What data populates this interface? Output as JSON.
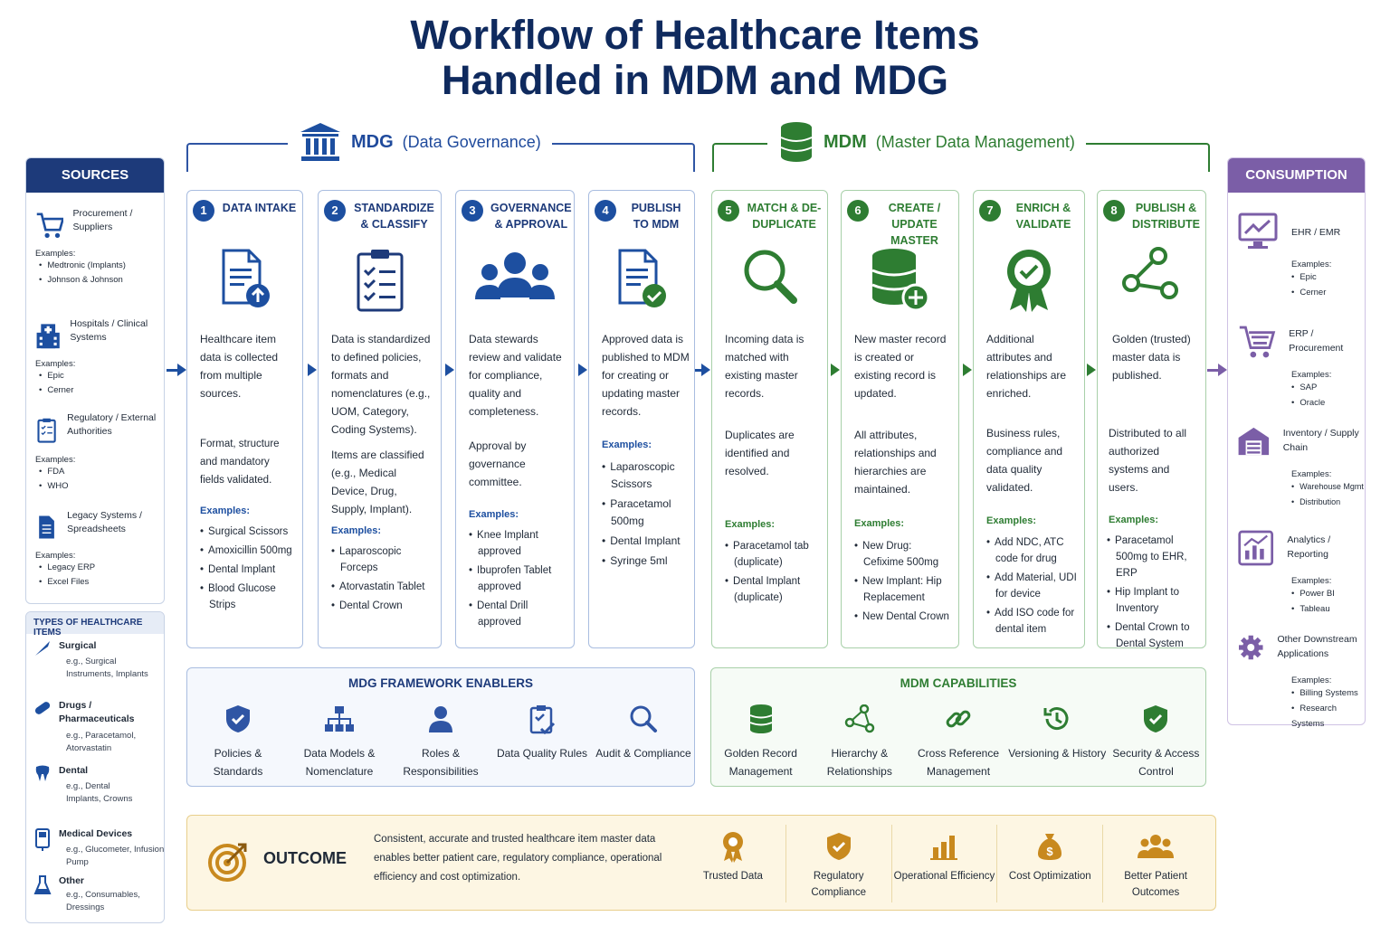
{
  "title": {
    "line1": "Workflow of Healthcare Items",
    "line2": "Handled in MDM and MDG"
  },
  "mdg_header": {
    "main": "MDG",
    "sub": "(Data Governance)"
  },
  "mdm_header": {
    "main": "MDM",
    "sub": "(Master Data Management)"
  },
  "sources": {
    "title": "SOURCES",
    "examples_label": "Examples:",
    "items": [
      {
        "name": "Procurement / Suppliers",
        "icon": "cart-icon",
        "examples": [
          "Medtronic (Implants)",
          "Johnson & Johnson"
        ]
      },
      {
        "name": "Hospitals / Clinical Systems",
        "icon": "hospital-icon",
        "examples": [
          "Epic",
          "Cerner"
        ]
      },
      {
        "name": "Regulatory / External Authorities",
        "icon": "clipboard-icon",
        "examples": [
          "FDA",
          "WHO"
        ]
      },
      {
        "name": "Legacy Systems / Spreadsheets",
        "icon": "document-icon",
        "examples": [
          "Legacy ERP",
          "Excel Files"
        ]
      }
    ]
  },
  "types": {
    "title": "TYPES OF HEALTHCARE ITEMS",
    "items": [
      {
        "name": "Surgical",
        "icon": "scalpel-icon",
        "example": "e.g., Surgical Instruments, Implants"
      },
      {
        "name": "Drugs / Pharmaceuticals",
        "icon": "pill-icon",
        "example": "e.g., Paracetamol, Atorvastatin"
      },
      {
        "name": "Dental",
        "icon": "tooth-icon",
        "example": "e.g., Dental Implants, Crowns"
      },
      {
        "name": "Medical Devices",
        "icon": "device-icon",
        "example": "e.g., Glucometer, Infusion Pump"
      },
      {
        "name": "Other",
        "icon": "flask-icon",
        "example": "e.g., Consumables, Dressings"
      }
    ]
  },
  "steps": [
    {
      "num": "1",
      "title": "DATA INTAKE",
      "icon": "upload-document-icon",
      "text1": "Healthcare item data is collected from multiple sources.",
      "text2": "Format, structure and mandatory fields validated.",
      "examples_label": "Examples:",
      "examples": [
        "Surgical Scissors",
        "Amoxicillin 500mg",
        "Dental Implant",
        "Blood Glucose Strips"
      ]
    },
    {
      "num": "2",
      "title": "STANDARDIZE & CLASSIFY",
      "icon": "checklist-icon",
      "text1": "Data is standardized to defined policies, formats and nomenclatures (e.g., UOM, Category, Coding Systems).",
      "text2": "Items are classified (e.g., Medical Device, Drug, Supply, Implant).",
      "examples_label": "Examples:",
      "examples": [
        "Laparoscopic Forceps",
        "Atorvastatin Tablet",
        "Dental Crown"
      ]
    },
    {
      "num": "3",
      "title": "GOVERNANCE & APPROVAL",
      "icon": "people-icon",
      "text1": "Data stewards review and validate for compliance, quality and completeness.",
      "text2": "Approval by governance committee.",
      "examples_label": "Examples:",
      "examples": [
        "Knee Implant approved",
        "Ibuprofen Tablet approved",
        "Dental Drill approved"
      ]
    },
    {
      "num": "4",
      "title": "PUBLISH TO MDM",
      "icon": "document-check-icon",
      "text1": "Approved data is published to MDM for creating or updating master records.",
      "text2": "",
      "examples_label": "Examples:",
      "examples": [
        "Laparoscopic Scissors",
        "Paracetamol 500mg",
        "Dental Implant",
        "Syringe 5ml"
      ]
    },
    {
      "num": "5",
      "title": "MATCH & DE-DUPLICATE",
      "icon": "magnifier-icon",
      "text1": "Incoming data is matched with existing master records.",
      "text2": "Duplicates are identified and resolved.",
      "examples_label": "Examples:",
      "examples": [
        "Paracetamol tab (duplicate)",
        "Dental Implant (duplicate)"
      ]
    },
    {
      "num": "6",
      "title": "CREATE / UPDATE MASTER",
      "icon": "database-plus-icon",
      "text1": "New master record is created or existing record is updated.",
      "text2": "All attributes, relationships and hierarchies are maintained.",
      "examples_label": "Examples:",
      "examples": [
        "New Drug: Cefixime 500mg",
        "New Implant: Hip Replacement",
        "New Dental Crown"
      ]
    },
    {
      "num": "7",
      "title": "ENRICH & VALIDATE",
      "icon": "badge-check-icon",
      "text1": "Additional attributes and relationships are enriched.",
      "text2": "Business rules, compliance and data quality validated.",
      "examples_label": "Examples:",
      "examples": [
        "Add NDC, ATC code for drug",
        "Add Material, UDI for device",
        "Add ISO code for dental item"
      ]
    },
    {
      "num": "8",
      "title": "PUBLISH & DISTRIBUTE",
      "icon": "share-icon",
      "text1": "Golden (trusted) master data is published.",
      "text2": "Distributed to all authorized systems and users.",
      "examples_label": "Examples:",
      "examples": [
        "Paracetamol 500mg to EHR, ERP",
        "Hip Implant to Inventory",
        "Dental Crown to Dental System"
      ]
    }
  ],
  "consumption": {
    "title": "CONSUMPTION",
    "examples_label": "Examples:",
    "items": [
      {
        "name": "EHR / EMR",
        "icon": "monitor-chart-icon",
        "examples": [
          "Epic",
          "Cerner"
        ]
      },
      {
        "name": "ERP / Procurement",
        "icon": "cart-icon",
        "examples": [
          "SAP",
          "Oracle"
        ]
      },
      {
        "name": "Inventory / Supply Chain",
        "icon": "warehouse-icon",
        "examples": [
          "Warehouse Mgmt",
          "Distribution"
        ]
      },
      {
        "name": "Analytics / Reporting",
        "icon": "bar-chart-icon",
        "examples": [
          "Power BI",
          "Tableau"
        ]
      },
      {
        "name": "Other Downstream Applications",
        "icon": "gear-icon",
        "examples": [
          "Billing Systems",
          "Research Systems"
        ]
      }
    ]
  },
  "mdg_enablers": {
    "title": "MDG FRAMEWORK ENABLERS",
    "items": [
      {
        "label": "Policies & Standards",
        "icon": "shield-check-icon"
      },
      {
        "label": "Data Models & Nomenclature",
        "icon": "hierarchy-icon"
      },
      {
        "label": "Roles & Responsibilities",
        "icon": "user-icon"
      },
      {
        "label": "Data Quality Rules",
        "icon": "clipboard-check-icon"
      },
      {
        "label": "Audit & Compliance",
        "icon": "search-icon"
      }
    ]
  },
  "mdm_capabilities": {
    "title": "MDM CAPABILITIES",
    "items": [
      {
        "label": "Golden Record Management",
        "icon": "database-icon"
      },
      {
        "label": "Hierarchy & Relationships",
        "icon": "nodes-icon"
      },
      {
        "label": "Cross Reference Management",
        "icon": "link-icon"
      },
      {
        "label": "Versioning & History",
        "icon": "history-icon"
      },
      {
        "label": "Security & Access Control",
        "icon": "shield-check-icon"
      }
    ]
  },
  "outcome": {
    "title": "OUTCOME",
    "text": "Consistent, accurate and trusted healthcare item master data enables better patient care, regulatory compliance, operational efficiency and cost optimization.",
    "items": [
      {
        "label": "Trusted Data",
        "icon": "award-icon"
      },
      {
        "label": "Regulatory Compliance",
        "icon": "shield-check-icon"
      },
      {
        "label": "Operational Efficiency",
        "icon": "bar-chart-icon"
      },
      {
        "label": "Cost Optimization",
        "icon": "money-bag-icon"
      },
      {
        "label": "Better Patient Outcomes",
        "icon": "group-icon"
      }
    ]
  },
  "colors": {
    "navy": "#0f2a5e",
    "blue": "#1d4fa0",
    "green": "#2e7d32",
    "purple": "#7b5ea7",
    "gold": "#c8891e"
  }
}
